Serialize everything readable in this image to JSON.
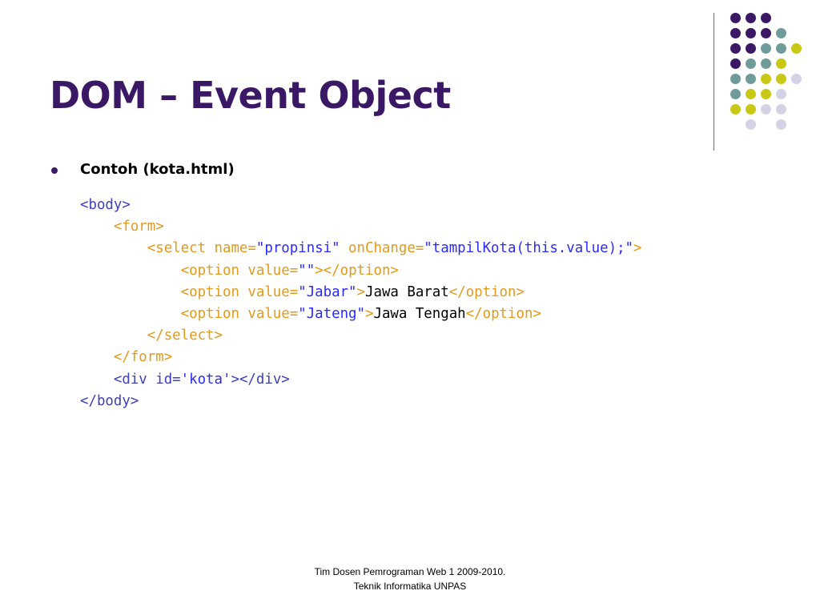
{
  "slide": {
    "title": "DOM – Event Object",
    "bullet": "Contoh (kota.html)",
    "footer_line1": "Tim Dosen Pemrograman Web 1 2009-2010.",
    "footer_line2": "Teknik Informatika UNPAS"
  },
  "colors": {
    "purple": "#3b1866",
    "teal": "#6f9c9b",
    "yellow": "#c9c816",
    "lavender": "#d4d3e6",
    "tag": "#3f3fbf",
    "attr": "#e29a1a",
    "value": "#2a2aff",
    "text": "#000000"
  },
  "code": {
    "lines": [
      [
        {
          "c": "t",
          "v": "<body>"
        }
      ],
      [
        {
          "c": "a",
          "v": "    <form>"
        }
      ],
      [
        {
          "c": "a",
          "v": "        <select name="
        },
        {
          "c": "s",
          "v": "\"propinsi\""
        },
        {
          "c": "a",
          "v": " onChange="
        },
        {
          "c": "s",
          "v": "\"tampilKota(this.value);\""
        },
        {
          "c": "a",
          "v": ">"
        }
      ],
      [
        {
          "c": "a",
          "v": "            <option value="
        },
        {
          "c": "s",
          "v": "\"\""
        },
        {
          "c": "a",
          "v": "></option>"
        }
      ],
      [
        {
          "c": "a",
          "v": "            <option value="
        },
        {
          "c": "s",
          "v": "\"Jabar\""
        },
        {
          "c": "a",
          "v": ">"
        },
        {
          "c": "x",
          "v": "Jawa Barat"
        },
        {
          "c": "a",
          "v": "</option>"
        }
      ],
      [
        {
          "c": "a",
          "v": "            <option value="
        },
        {
          "c": "s",
          "v": "\"Jateng\""
        },
        {
          "c": "a",
          "v": ">"
        },
        {
          "c": "x",
          "v": "Jawa Tengah"
        },
        {
          "c": "a",
          "v": "</option>"
        }
      ],
      [
        {
          "c": "a",
          "v": "        </select>"
        }
      ],
      [
        {
          "c": "a",
          "v": "    </form>"
        }
      ],
      [
        {
          "c": "t",
          "v": "    <div id="
        },
        {
          "c": "s",
          "v": "'kota'"
        },
        {
          "c": "t",
          "v": "></div>"
        }
      ],
      [
        {
          "c": "t",
          "v": "</body>"
        }
      ]
    ]
  }
}
